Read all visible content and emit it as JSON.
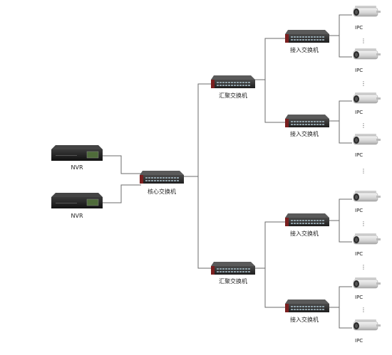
{
  "nvr": [
    {
      "label": "NVR"
    },
    {
      "label": "NVR"
    }
  ],
  "core_switch": {
    "label": "核心交换机"
  },
  "aggregation_switches": [
    {
      "label": "汇聚交换机"
    },
    {
      "label": "汇聚交换机"
    }
  ],
  "access_switches": [
    {
      "label": "接入交换机"
    },
    {
      "label": "接入交换机"
    },
    {
      "label": "接入交换机"
    },
    {
      "label": "接入交换机"
    }
  ],
  "cameras": [
    {
      "label": "IPC"
    },
    {
      "label": "IPC"
    },
    {
      "label": "IPC"
    },
    {
      "label": "IPC"
    },
    {
      "label": "IPC"
    },
    {
      "label": "IPC"
    },
    {
      "label": "IPC"
    },
    {
      "label": "IPC"
    }
  ],
  "ellipsis": "⋮"
}
